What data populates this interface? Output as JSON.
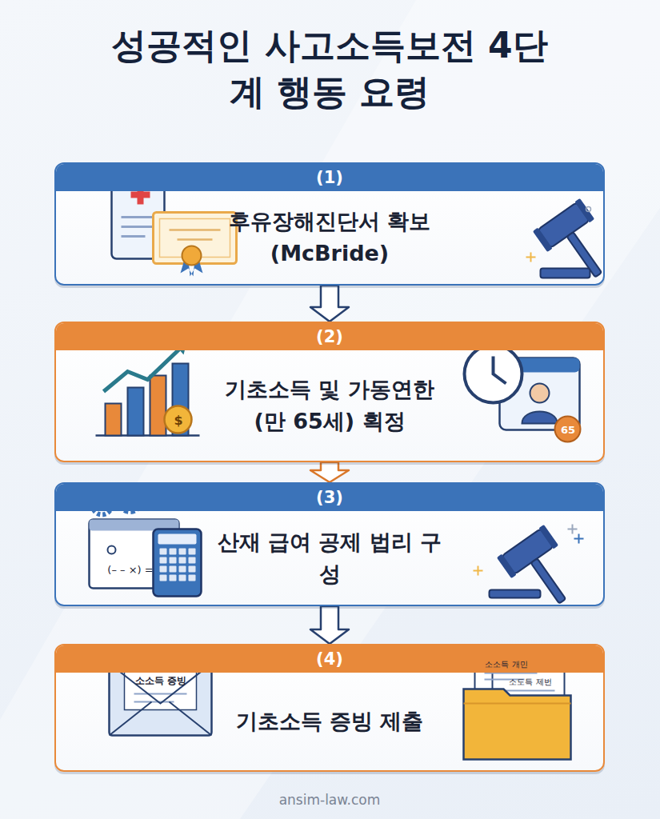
{
  "diagram": {
    "title": "성공적인 사고소득보전 4단계 행동 요령",
    "nodes": [
      {
        "text": [
          "(1)",
          "후유장해진단서 확보 (McBride)"
        ]
      },
      {
        "text": [
          "(2)",
          "기초소득 및 가동연한(만 65세) 획정"
        ]
      },
      {
        "text": [
          "(3)",
          "산재 급여 공제 법리 구성"
        ]
      },
      {
        "text": [
          "(4)",
          "기초소득 증빙 제출"
        ]
      }
    ],
    "edges": [
      {
        "from": 0,
        "to": 1,
        "arrow": "to"
      },
      {
        "from": 1,
        "to": 2,
        "arrow": "to"
      },
      {
        "from": 2,
        "to": 3,
        "arrow": "to"
      }
    ],
    "labels": [
      "$",
      "65",
      "(– – ×) =",
      "소소득 증빙",
      "소소득 개민",
      "소도득 제번",
      "ansim-law.com"
    ]
  }
}
